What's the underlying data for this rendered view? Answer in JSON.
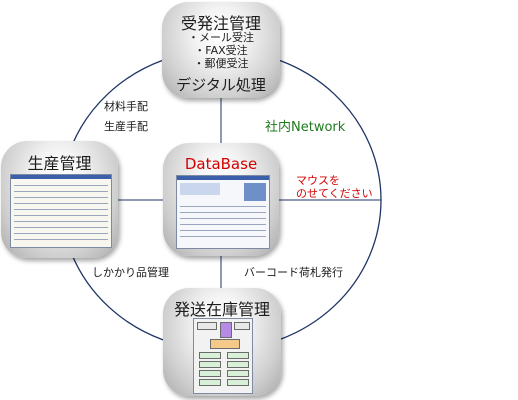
{
  "top": {
    "title": "受発注管理",
    "items": [
      "・メール受注",
      "・FAX受注",
      "・郵便受注"
    ],
    "caption": "デジタル処理"
  },
  "left": {
    "title": "生産管理"
  },
  "center": {
    "title": "DataBase"
  },
  "bottom": {
    "title": "発送在庫管理"
  },
  "labels": {
    "materials": "材料手配",
    "production": "生産手配",
    "network": "社内Network",
    "mouse_line1": "マウスを",
    "mouse_line2": "のせてください",
    "wip": "しかかり品管理",
    "barcode": "バーコード荷札発行"
  },
  "colors": {
    "circle_line": "#1f3566",
    "network_text": "#1f7a1f",
    "database_text": "#d40000",
    "mouse_text": "#d40000"
  }
}
